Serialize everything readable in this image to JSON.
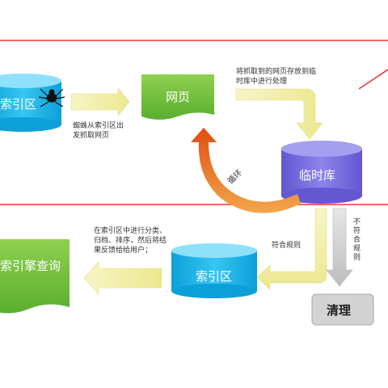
{
  "nodes": {
    "index_top": "索引区",
    "webpage": "网页",
    "temp_store": "临时库",
    "index_bottom": "索引区",
    "search_query": "索引擎查询",
    "clean": "清理"
  },
  "annotations": {
    "crawl_line1": "蜘蛛从索引区出",
    "crawl_line2": "发抓取网页",
    "store_line1": "将抓取到的网页存放到临",
    "store_line2": "时库中进行处理",
    "loop": "循环",
    "match": "符合规则",
    "nomatch": "不符合规则",
    "sort_line1": "在索引区中进行分类、",
    "sort_line2": "归档、排序，然后将结",
    "sort_line3": "果反馈给给用户；"
  },
  "colors": {
    "cylinder_blue": "#19b4ea",
    "cylinder_purple": "#7b6fe0",
    "green_doc": "#6fbf3a",
    "arrow_yellow": "#f3f0a6",
    "loop_orange": "#e8641c",
    "frame_red": "#e53935",
    "clean_gray": "#cfcfcf"
  }
}
